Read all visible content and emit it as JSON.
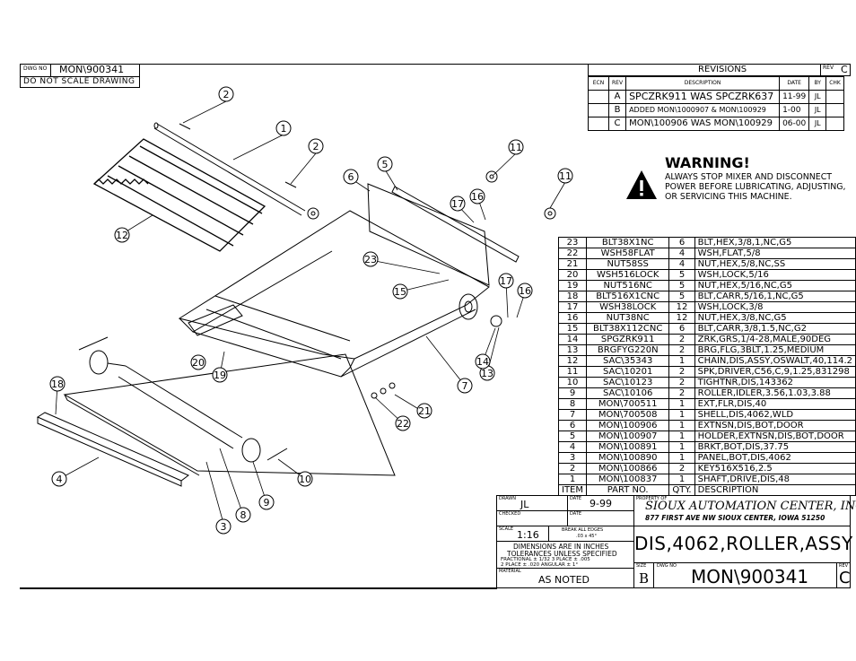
{
  "dwg_no_label": "DWG NO",
  "dwg_no": "MON\\900341",
  "do_not_scale": "DO NOT SCALE DRAWING",
  "revisions": {
    "title": "REVISIONS",
    "rev_label": "REV",
    "rev_value": "C",
    "headers": [
      "ECN",
      "REV",
      "DESCRIPTION",
      "DATE",
      "BY",
      "CHK"
    ],
    "rows": [
      {
        "ecn": "",
        "rev": "A",
        "desc": "SPCZRK911 WAS SPCZRK637",
        "date": "11-99",
        "by": "JL",
        "chk": ""
      },
      {
        "ecn": "",
        "rev": "B",
        "desc": "ADDED MON\\1000907 & MON\\100929",
        "date": "1-00",
        "by": "JL",
        "chk": ""
      },
      {
        "ecn": "",
        "rev": "C",
        "desc": "MON\\100906 WAS MON\\100929",
        "date": "06-00",
        "by": "JL",
        "chk": ""
      }
    ]
  },
  "warning": {
    "title": "WARNING!",
    "line1": "ALWAYS STOP MIXER AND DISCONNECT",
    "line2": "POWER BEFORE LUBRICATING, ADJUSTING,",
    "line3": "OR SERVICING THIS MACHINE."
  },
  "bom": [
    {
      "item": "23",
      "part": "BLT38X1NC",
      "qty": "6",
      "desc": "BLT,HEX,3/8,1,NC,G5"
    },
    {
      "item": "22",
      "part": "WSH58FLAT",
      "qty": "4",
      "desc": "WSH,FLAT,5/8"
    },
    {
      "item": "21",
      "part": "NUT58SS",
      "qty": "4",
      "desc": "NUT,HEX,5/8,NC,SS"
    },
    {
      "item": "20",
      "part": "WSH516LOCK",
      "qty": "5",
      "desc": "WSH,LOCK,5/16"
    },
    {
      "item": "19",
      "part": "NUT516NC",
      "qty": "5",
      "desc": "NUT,HEX,5/16,NC,G5"
    },
    {
      "item": "18",
      "part": "BLT516X1CNC",
      "qty": "5",
      "desc": "BLT,CARR,5/16,1,NC,G5"
    },
    {
      "item": "17",
      "part": "WSH38LOCK",
      "qty": "12",
      "desc": "WSH,LOCK,3/8"
    },
    {
      "item": "16",
      "part": "NUT38NC",
      "qty": "12",
      "desc": "NUT,HEX,3/8,NC,G5"
    },
    {
      "item": "15",
      "part": "BLT38X112CNC",
      "qty": "6",
      "desc": "BLT,CARR,3/8,1.5,NC,G2"
    },
    {
      "item": "14",
      "part": "SPGZRK911",
      "qty": "2",
      "desc": "ZRK,GRS,1/4-28,MALE,90DEG"
    },
    {
      "item": "13",
      "part": "BRGFYG220N",
      "qty": "2",
      "desc": "BRG,FLG,3BLT,1.25,MEDIUM"
    },
    {
      "item": "12",
      "part": "SAC\\35343",
      "qty": "1",
      "desc": "CHAIN,DIS,ASSY,OSWALT,40,114.2"
    },
    {
      "item": "11",
      "part": "SAC\\10201",
      "qty": "2",
      "desc": "SPK,DRIVER,C56,C,9,1.25,831298"
    },
    {
      "item": "10",
      "part": "SAC\\10123",
      "qty": "2",
      "desc": "TIGHTNR,DIS,143362"
    },
    {
      "item": "9",
      "part": "SAC\\10106",
      "qty": "2",
      "desc": "ROLLER,IDLER,3.56,1.03,3.88"
    },
    {
      "item": "8",
      "part": "MON\\700511",
      "qty": "1",
      "desc": "EXT,FLR,DIS,40"
    },
    {
      "item": "7",
      "part": "MON\\700508",
      "qty": "1",
      "desc": "SHELL,DIS,4062,WLD"
    },
    {
      "item": "6",
      "part": "MON\\100906",
      "qty": "1",
      "desc": "EXTNSN,DIS,BOT,DOOR"
    },
    {
      "item": "5",
      "part": "MON\\100907",
      "qty": "1",
      "desc": "HOLDER,EXTNSN,DIS,BOT,DOOR"
    },
    {
      "item": "4",
      "part": "MON\\100891",
      "qty": "1",
      "desc": "BRKT,BOT,DIS,37.75"
    },
    {
      "item": "3",
      "part": "MON\\100890",
      "qty": "1",
      "desc": "PANEL,BOT,DIS,4062"
    },
    {
      "item": "2",
      "part": "MON\\100866",
      "qty": "2",
      "desc": "KEY516X516,2.5"
    },
    {
      "item": "1",
      "part": "MON\\100837",
      "qty": "1",
      "desc": "SHAFT,DRIVE,DIS,48"
    }
  ],
  "bom_headers": {
    "item": "ITEM",
    "part": "PART NO.",
    "qty": "QTY.",
    "desc": "DESCRIPTION"
  },
  "title_block": {
    "drawn_label": "DRAWN",
    "drawn": "JL",
    "date_label": "DATE",
    "date": "9-99",
    "checked_label": "CHECKED",
    "checked_date_label": "DATE",
    "property_label": "PROPERTY OF",
    "company": "SIOUX AUTOMATION CENTER, INC.",
    "address": "877 FIRST AVE NW     SIOUX CENTER, IOWA  51250",
    "scale_label": "SCALE",
    "scale": "1:16",
    "break_edges": "BREAK ALL EDGES",
    "break_edges_2": ".03 x 45°",
    "dims_line1": "DIMENSIONS ARE IN INCHES",
    "dims_line2": "TOLERANCES UNLESS SPECIFIED",
    "dims_line3": "FRACTIONAL ± 1/32    3 PLACE ± .005",
    "dims_line4": "2 PLACE ± .020        ANGULAR ± 1°",
    "material_label": "MATERIAL",
    "material": "AS NOTED",
    "title": "DIS,4062,ROLLER,ASSY",
    "size_label": "SIZE",
    "size": "B",
    "dwg_label": "DWG NO",
    "dwg": "MON\\900341",
    "rev_label": "REV",
    "rev": "C"
  },
  "balloons": [
    "1",
    "2",
    "2",
    "3",
    "4",
    "5",
    "6",
    "7",
    "8",
    "9",
    "10",
    "11",
    "11",
    "12",
    "13",
    "14",
    "15",
    "16",
    "16",
    "17",
    "17",
    "18",
    "19",
    "20",
    "21",
    "22",
    "23"
  ]
}
